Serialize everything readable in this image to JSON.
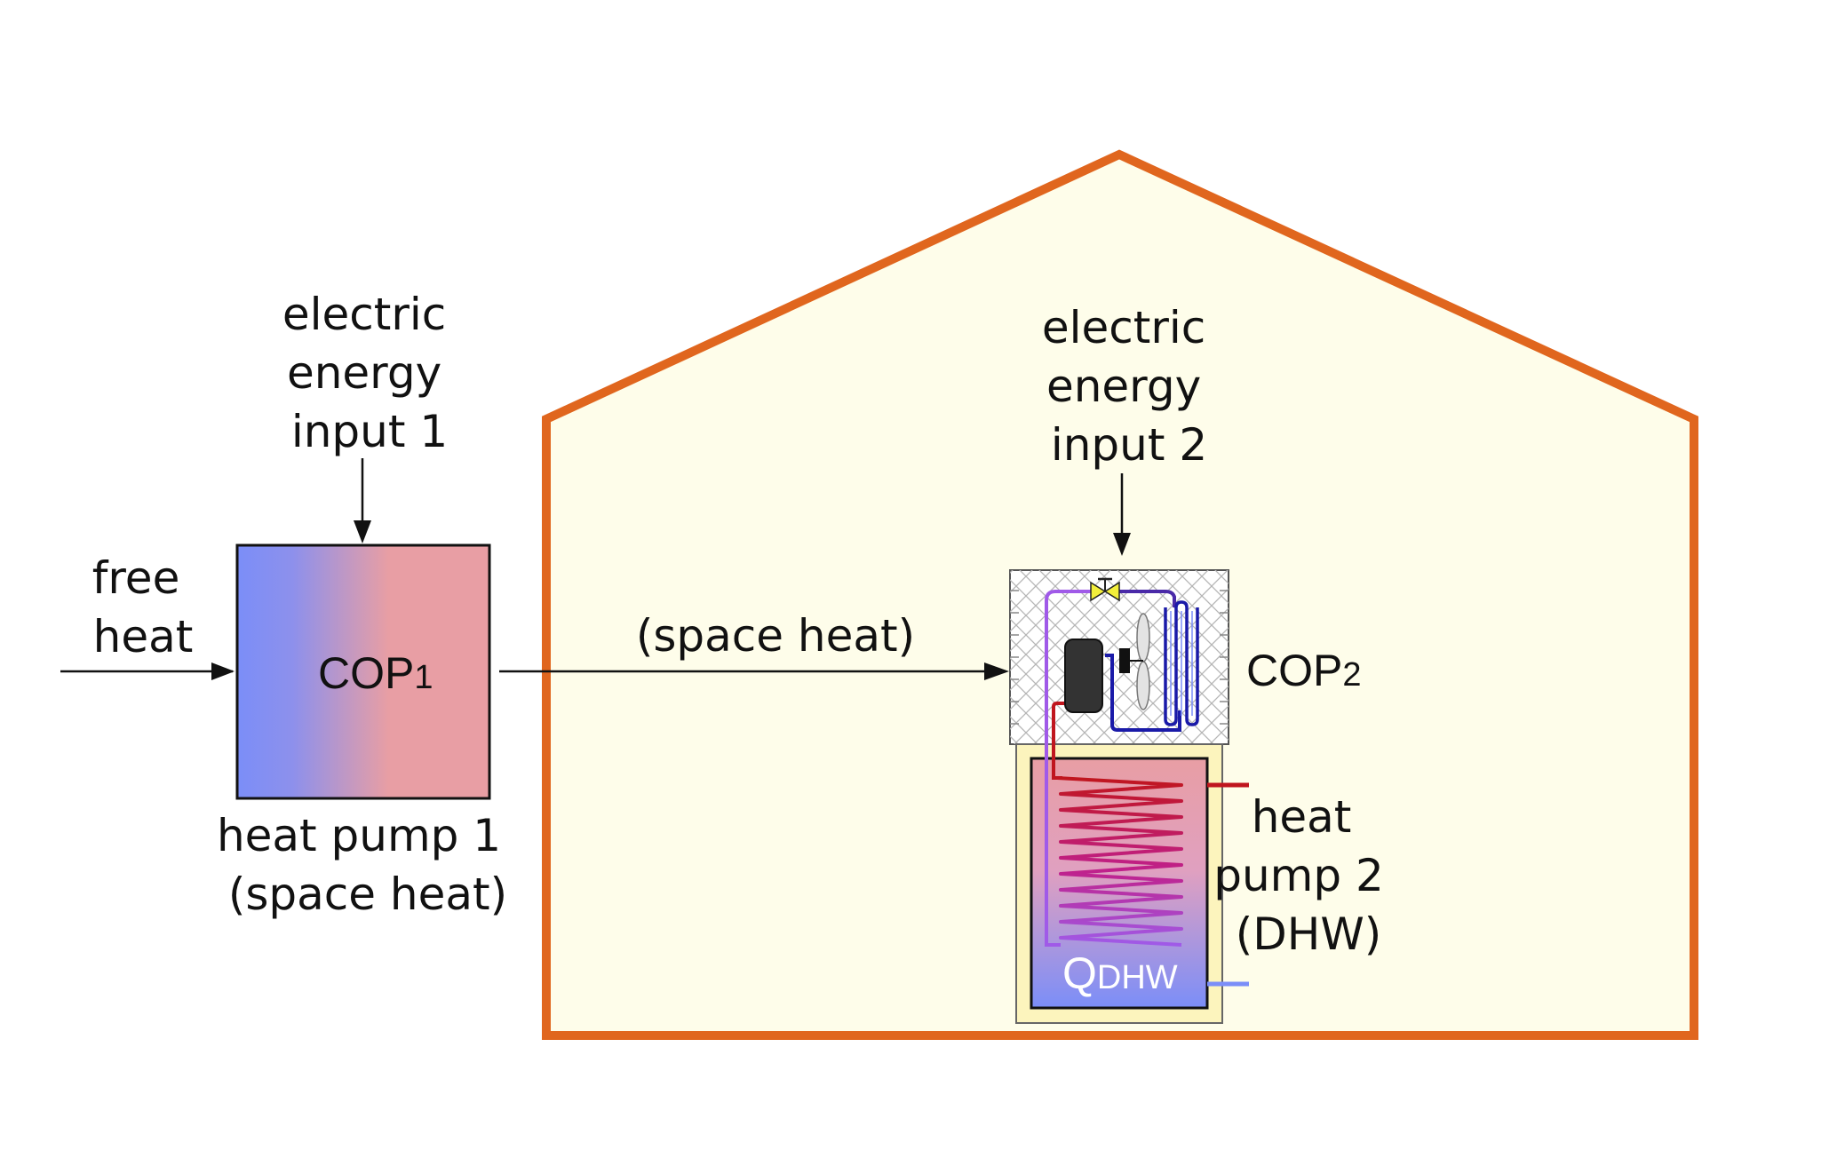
{
  "labels": {
    "free_heat": [
      "free",
      "heat"
    ],
    "electric_input_1": [
      "electric",
      "energy",
      "input 1"
    ],
    "electric_input_2": [
      "electric",
      "energy",
      "input 2"
    ],
    "space_heat_flow": "(space heat)",
    "heat_pump_1": [
      "heat pump 1",
      "(space heat)"
    ],
    "heat_pump_2": [
      "heat",
      "pump 2",
      "(DHW)"
    ]
  },
  "cop1": {
    "main": "COP",
    "sub": "1"
  },
  "cop2": {
    "main": "COP",
    "sub": "2"
  },
  "qdhw": {
    "main": "Q",
    "sub": "DHW"
  },
  "colors": {
    "house_outline": "#e0661e",
    "house_fill": "#fefdea",
    "cold": "#7b8ef8",
    "warm": "#e89ea4",
    "hot_pipe": "#c0161e",
    "suction_pipe": "#a05ae8",
    "return_pipe": "#1a1aa8",
    "compressor": "#333333",
    "valve": "#f2ee3a"
  }
}
